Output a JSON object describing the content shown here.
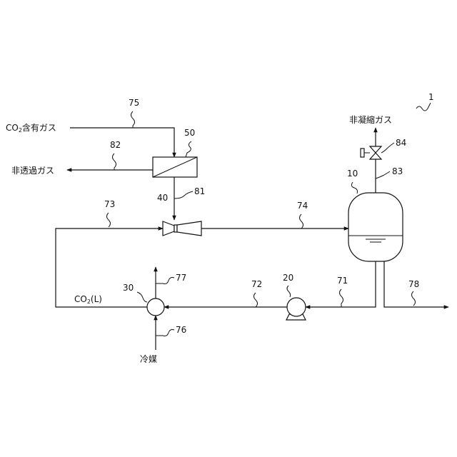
{
  "figure_id": "1",
  "labels": {
    "co2_gas": "CO2含有ガス",
    "co2_gas_pre": "CO",
    "co2_gas_sub": "2",
    "co2_gas_post": "含有ガス",
    "non_permeate_gas": "非透過ガス",
    "non_condensable_gas": "非凝縮ガス",
    "co2_liquid": "CO2(L)",
    "co2_liquid_pre": "CO",
    "co2_liquid_sub": "2",
    "co2_liquid_post": "(L)",
    "refrigerant": "冷媒"
  },
  "components": {
    "tank": "10",
    "pump": "20",
    "heat_exchanger": "30",
    "ejector": "40",
    "membrane": "50",
    "valve": "84"
  },
  "lines": {
    "l71": "71",
    "l72": "72",
    "l73": "73",
    "l74": "74",
    "l75": "75",
    "l76": "76",
    "l77": "77",
    "l78": "78",
    "l81": "81",
    "l82": "82",
    "l83": "83"
  }
}
